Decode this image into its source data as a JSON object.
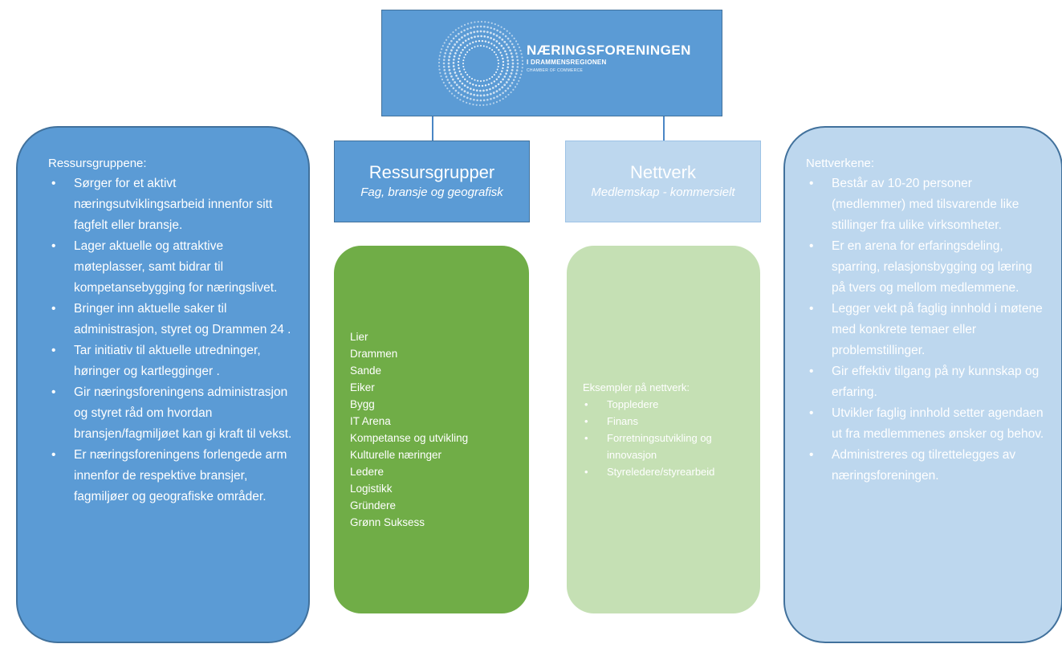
{
  "header": {
    "title": "NÆRINGSFORENINGEN",
    "subtitle": "I DRAMMENSREGIONEN",
    "tagline": "CHAMBER OF COMMERCE"
  },
  "groups": {
    "left": {
      "title": "Ressursgrupper",
      "subtitle": "Fag, bransje og geografisk"
    },
    "right": {
      "title": "Nettverk",
      "subtitle": "Medlemskap  - kommersielt"
    }
  },
  "resource_groups": [
    "Lier",
    "Drammen",
    "Sande",
    "Eiker",
    "Bygg",
    "IT Arena",
    "Kompetanse og utvikling",
    "Kulturelle næringer",
    "Ledere",
    "Logistikk",
    "Gründere",
    "Grønn Suksess"
  ],
  "network_examples": {
    "title": "Eksempler på nettverk:",
    "items": [
      "Toppledere",
      "Finans",
      "Forretningsutvikling og innovasjon",
      "Styreledere/styrearbeid"
    ]
  },
  "left_panel": {
    "title": "Ressursgruppene:",
    "items": [
      "Sørger for et aktivt næringsutviklingsarbeid  innenfor sitt fagfelt eller bransje.",
      "Lager aktuelle og attraktive møteplasser, samt bidrar til kompetansebygging  for næringslivet.",
      "Bringer inn aktuelle saker til administrasjon, styret og Drammen 24 .",
      "Tar initiativ til aktuelle utredninger, høringer og kartlegginger  .",
      "Gir næringsforeningens administrasjon og styret råd om hvordan bransjen/fagmiljøet  kan gi kraft til vekst.",
      "Er næringsforeningens forlengede arm innenfor de respektive bransjer, fagmiljøer og geografiske områder."
    ]
  },
  "right_panel": {
    "title": "Nettverkene:",
    "items": [
      "Består av 10-20 personer (medlemmer)  med tilsvarende like stillinger fra ulike virksomheter.",
      "Er en arena for erfaringsdeling, sparring, relasjonsbygging og læring på tvers og mellom medlemmene.",
      "Legger vekt på faglig innhold i møtene med konkrete temaer eller problemstillinger.",
      "Gir effektiv tilgang på ny kunnskap og erfaring.",
      "Utvikler faglig innhold setter agendaen ut fra medlemmenes ønsker og behov.",
      "Administreres og tilrettelegges av næringsforeningen."
    ]
  },
  "colors": {
    "medium_blue": "#5b9bd5",
    "light_blue": "#bdd7ee",
    "green": "#70ad47",
    "light_green": "#c5e0b4"
  }
}
